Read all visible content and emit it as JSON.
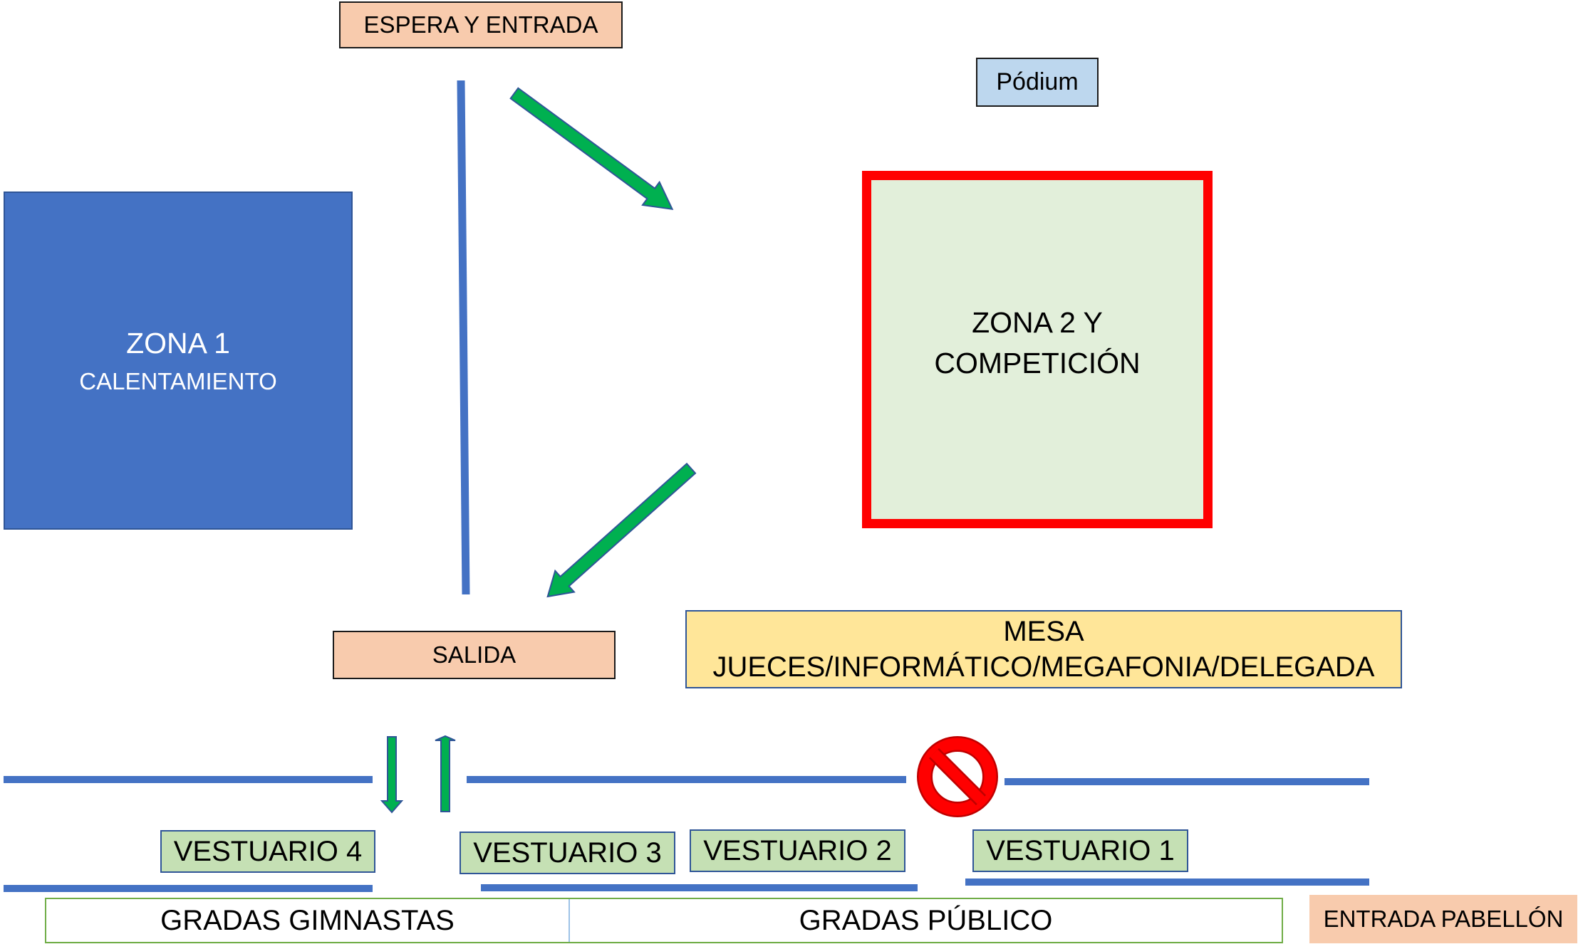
{
  "labels": {
    "espera_entrada": "ESPERA Y ENTRADA",
    "podium": "Pódium",
    "zona1_title": "ZONA 1",
    "zona1_subtitle": "CALENTAMIENTO",
    "zona2_line1": "ZONA 2 Y",
    "zona2_line2": "COMPETICIÓN",
    "salida": "SALIDA",
    "mesa_line1": "MESA",
    "mesa_line2": "JUECES/INFORMÁTICO/MEGAFONIA/DELEGADA",
    "vestuario4": "VESTUARIO 4",
    "vestuario3": "VESTUARIO 3",
    "vestuario2": "VESTUARIO 2",
    "vestuario1": "VESTUARIO 1",
    "gradas_gimnastas": "GRADAS GIMNASTAS",
    "gradas_publico": "GRADAS PÚBLICO",
    "entrada_pabellon": "ENTRADA PABELLÓN"
  },
  "icons": {
    "arrow": "green-arrow-icon",
    "no_entry": "no-entry-icon"
  },
  "colors": {
    "zona1_fill": "#4472c4",
    "zona2_fill": "#e2efda",
    "zona2_border": "#ff0000",
    "arrow_fill": "#00b050",
    "arrow_stroke": "#2f5597",
    "line": "#4472c4",
    "peach": "#f8cbad",
    "podium_fill": "#bdd7ee",
    "vestuario_fill": "#c5e0b4",
    "mesa_fill": "#ffe699",
    "gradas_border": "#70ad47",
    "no_entry": "#ff0000"
  }
}
